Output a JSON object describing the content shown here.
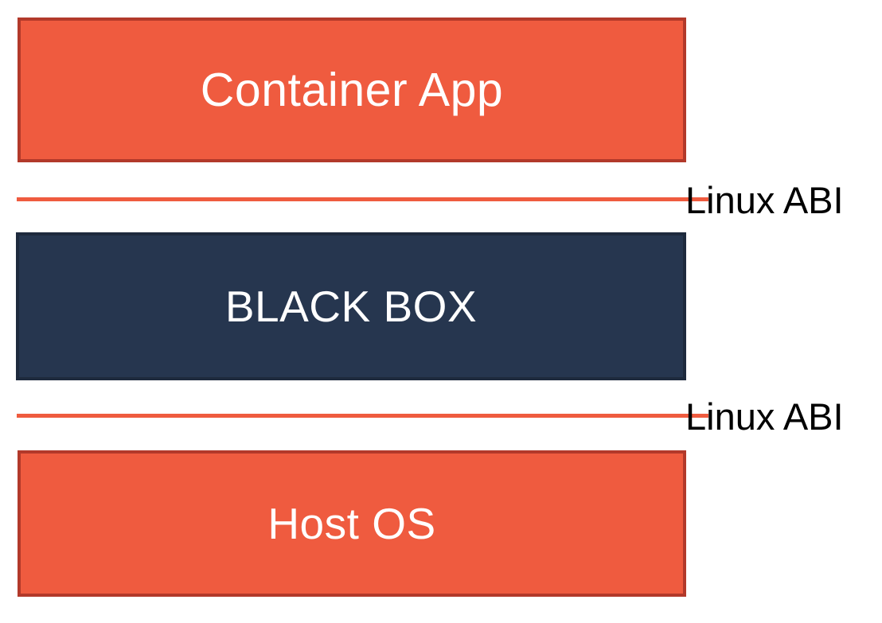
{
  "diagram": {
    "title_text": "Container App",
    "background_color": "#FFFFFF",
    "layers": [
      {
        "id": "container-app",
        "label": "Container App",
        "fill_color": "#EF5B3F",
        "border_color": "#B2392A",
        "text_color": "#FFFFFF"
      },
      {
        "id": "black-box",
        "label": "BLACK BOX",
        "fill_color": "#26364F",
        "border_color": "#1E2A3D",
        "text_color": "#FFFFFF"
      },
      {
        "id": "host-os",
        "label": "Host OS",
        "fill_color": "#EF5B3F",
        "border_color": "#B2392A",
        "text_color": "#FFFFFF"
      }
    ],
    "boundaries": [
      {
        "id": "abi-upper",
        "label": "Linux ABI",
        "line_color": "#EF5B3F",
        "text_color": "#000000"
      },
      {
        "id": "abi-lower",
        "label": "Linux ABI",
        "line_color": "#EF5B3F",
        "text_color": "#000000"
      }
    ]
  }
}
